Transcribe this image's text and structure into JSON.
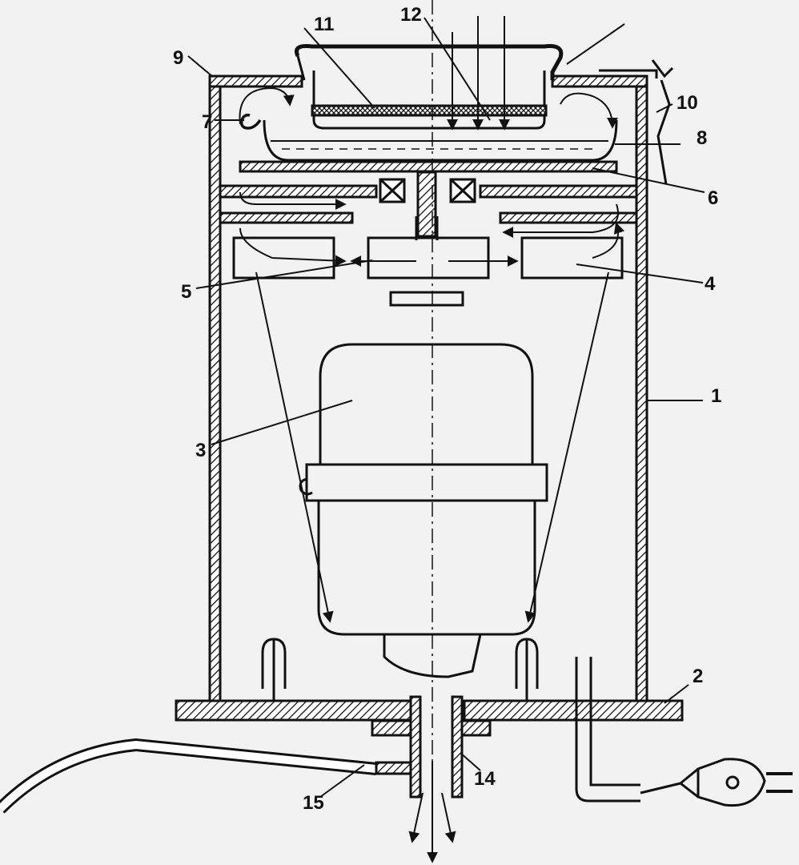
{
  "labels": {
    "l1": "1",
    "l2": "2",
    "l3": "3",
    "l4": "4",
    "l5": "5",
    "l6": "6",
    "l7": "7",
    "l8": "8",
    "l9": "9",
    "l10": "10",
    "l11": "11",
    "l12": "12",
    "l14": "14",
    "l15": "15"
  }
}
